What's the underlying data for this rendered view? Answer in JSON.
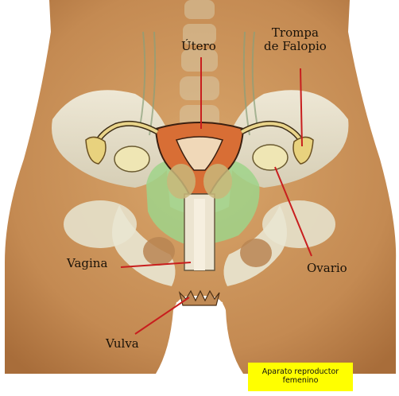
{
  "labels": {
    "utero": "Útero",
    "trompa_line1": "Trompa",
    "trompa_line2": "de Falopio",
    "vagina": "Vagina",
    "ovario": "Ovario",
    "vulva": "Vulva"
  },
  "caption": {
    "line1": "Aparato reproductor",
    "line2": "femenino"
  },
  "colors": {
    "skin": "#c9935c",
    "bone": "#e6e3cf",
    "uterus": "#d86e35",
    "tube": "#e9d48a",
    "bladder_green": "#9fd38a",
    "pointer_red": "#c81e1e",
    "caption_bg": "#ffff00"
  }
}
